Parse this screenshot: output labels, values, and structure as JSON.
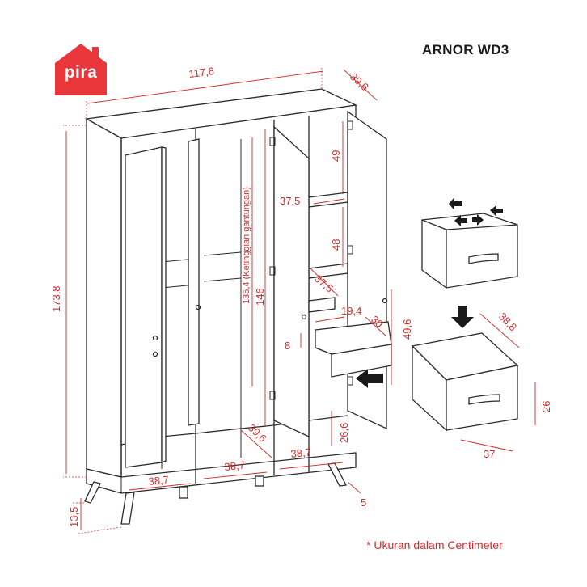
{
  "brand": {
    "logo_text": "pira",
    "logo_color": "#e8363b"
  },
  "product": {
    "model": "ARNOR WD3"
  },
  "note": "* Ukuran dalam Centimeter",
  "colors": {
    "dimension": "#d42a2a",
    "outline": "#2b2b2b"
  },
  "dimensions": {
    "total_width": "117,6",
    "depth": "39,6",
    "total_height": "173,8",
    "leg_height": "13,5",
    "hanging_height": "135,4 (Ketinggian gantungan)",
    "inner_height": "146",
    "top_shelf_height": "49",
    "mid_shelf_height": "48",
    "shelf_width": "37,5",
    "shelf_depth": "37,5",
    "drawer_gap": "19,4",
    "drawer_depth": "30",
    "drawer_height": "8",
    "section_height": "49,6",
    "bottom_compartment_height": "26,6",
    "bottom_compartment_depth": "39,6",
    "bottom_width_left": "38,7",
    "bottom_width_mid": "38,7",
    "bottom_width_right": "38,7",
    "leg_inset": "5",
    "box_depth": "38,8",
    "box_height": "26",
    "box_width": "37"
  }
}
